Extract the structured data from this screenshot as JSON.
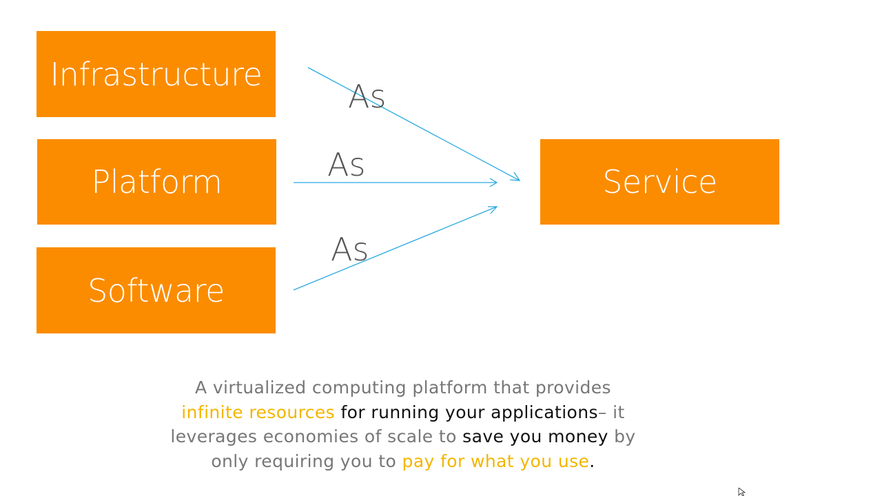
{
  "diagram": {
    "sources": [
      {
        "id": "infrastructure",
        "label": "Infrastructure"
      },
      {
        "id": "platform",
        "label": "Platform"
      },
      {
        "id": "software",
        "label": "Software"
      }
    ],
    "connector_label": "As",
    "target": {
      "id": "service",
      "label": "Service"
    }
  },
  "caption": {
    "segments": [
      {
        "text": "A virtualized computing platform that provides",
        "style": "muted"
      },
      {
        "text": "infinite resources",
        "style": "highlight"
      },
      {
        "text": " for running your applications",
        "style": "emphasis"
      },
      {
        "text": "– it",
        "style": "muted"
      },
      {
        "text": "leverages economies of scale to ",
        "style": "muted"
      },
      {
        "text": "save you money",
        "style": "emphasis"
      },
      {
        "text": " by",
        "style": "muted"
      },
      {
        "text": "only requiring you to ",
        "style": "muted"
      },
      {
        "text": "pay for what you use",
        "style": "highlight"
      },
      {
        "text": ".",
        "style": "emphasis"
      }
    ]
  },
  "colors": {
    "box_fill": "#fb8c00",
    "box_text": "#ffffff",
    "arrow": "#29a9e0",
    "caption_muted": "#777777",
    "caption_highlight": "#f2b600",
    "caption_emphasis": "#111111"
  },
  "icons": {
    "cursor": "mouse-pointer-icon"
  }
}
